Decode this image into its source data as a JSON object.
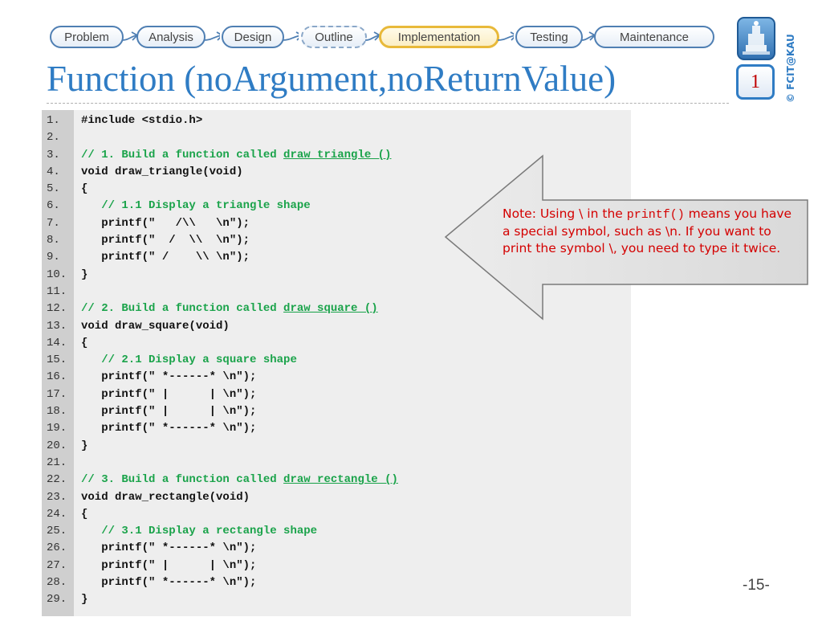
{
  "nav": {
    "steps": [
      {
        "label": "Problem",
        "state": "normal"
      },
      {
        "label": "Analysis",
        "state": "normal"
      },
      {
        "label": "Design",
        "state": "normal"
      },
      {
        "label": "Outline",
        "state": "dashed"
      },
      {
        "label": "Implementation",
        "state": "current"
      },
      {
        "label": "Testing",
        "state": "normal"
      },
      {
        "label": "Maintenance",
        "state": "normal"
      }
    ]
  },
  "title": "Function (noArgument,noReturnValue)",
  "badge": "1",
  "copyright": "© FCIT@KAU",
  "code": {
    "lines": [
      {
        "no": "1.",
        "text": "#include <stdio.h>"
      },
      {
        "no": "2.",
        "text": ""
      },
      {
        "no": "3.",
        "text": "// 1. Build a function called ",
        "func": "draw_triangle ()"
      },
      {
        "no": "4.",
        "text": "void draw_triangle(void)"
      },
      {
        "no": "5.",
        "text": "{"
      },
      {
        "no": "6.",
        "text": "   // 1.1 Display a triangle shape"
      },
      {
        "no": "7.",
        "text": "   printf(\"   /\\\\   \\n\");"
      },
      {
        "no": "8.",
        "text": "   printf(\"  /  \\\\  \\n\");"
      },
      {
        "no": "9.",
        "text": "   printf(\" /    \\\\ \\n\");"
      },
      {
        "no": "10.",
        "text": "}"
      },
      {
        "no": "11.",
        "text": ""
      },
      {
        "no": "12.",
        "text": "// 2. Build a function called ",
        "func": "draw_square ()"
      },
      {
        "no": "13.",
        "text": "void draw_square(void)"
      },
      {
        "no": "14.",
        "text": "{"
      },
      {
        "no": "15.",
        "text": "   // 2.1 Display a square shape"
      },
      {
        "no": "16.",
        "text": "   printf(\" *------* \\n\");"
      },
      {
        "no": "17.",
        "text": "   printf(\" |      | \\n\");"
      },
      {
        "no": "18.",
        "text": "   printf(\" |      | \\n\");"
      },
      {
        "no": "19.",
        "text": "   printf(\" *------* \\n\");"
      },
      {
        "no": "20.",
        "text": "}"
      },
      {
        "no": "21.",
        "text": ""
      },
      {
        "no": "22.",
        "text": "// 3. Build a function called ",
        "func": "draw_rectangle ()"
      },
      {
        "no": "23.",
        "text": "void draw_rectangle(void)"
      },
      {
        "no": "24.",
        "text": "{"
      },
      {
        "no": "25.",
        "text": "   // 3.1 Display a rectangle shape"
      },
      {
        "no": "26.",
        "text": "   printf(\" *------* \\n\");"
      },
      {
        "no": "27.",
        "text": "   printf(\" |      | \\n\");"
      },
      {
        "no": "28.",
        "text": "   printf(\" *------* \\n\");"
      },
      {
        "no": "29.",
        "text": "}"
      }
    ]
  },
  "note": {
    "part1": "Note: Using \\ in the ",
    "code": "printf()",
    "part2": " means you have a special symbol, such as \\n. If you want to print the symbol \\, you need to type it twice."
  },
  "page_number": "-15-",
  "colors": {
    "title": "#2f7cc4",
    "comment": "#1aa34a",
    "note_text": "#d40000",
    "current_step_border": "#e8b93a"
  }
}
